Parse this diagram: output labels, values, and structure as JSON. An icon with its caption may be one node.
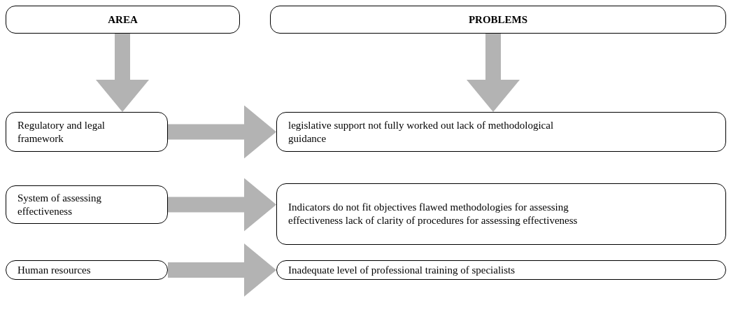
{
  "diagram": {
    "nodes": [
      {
        "text": [
          "AREA"
        ]
      },
      {
        "text": [
          "PROBLEMS"
        ]
      },
      {
        "text": [
          "Regulatory and legal framework"
        ]
      },
      {
        "text": [
          "legislative support not fully worked out lack of methodological guidance"
        ]
      },
      {
        "text": [
          "System of assessing effectiveness"
        ]
      },
      {
        "text": [
          "Indicators do not fit objectives flawed methodologies for assessing effectiveness lack of clarity of procedures for assessing effectiveness"
        ]
      },
      {
        "text": [
          "Human resources"
        ]
      },
      {
        "text": [
          "Inadequate level of professional training of specialists"
        ]
      }
    ],
    "edges": [
      {
        "from": 0,
        "to": 2,
        "arrow": "to"
      },
      {
        "from": 1,
        "to": 3,
        "arrow": "to"
      },
      {
        "from": 2,
        "to": 3,
        "arrow": "to"
      },
      {
        "from": 4,
        "to": 5,
        "arrow": "to"
      },
      {
        "from": 6,
        "to": 7,
        "arrow": "to"
      }
    ]
  }
}
